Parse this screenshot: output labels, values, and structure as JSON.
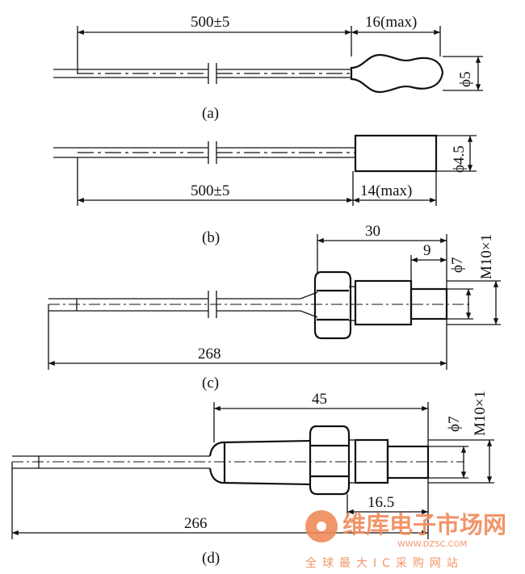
{
  "figures": [
    {
      "label": "(a)",
      "length_dim": "500±5",
      "head_dim": "16(max)",
      "diameter": "ϕ5"
    },
    {
      "label": "(b)",
      "length_dim": "500±5",
      "head_dim": "14(max)",
      "diameter": "ϕ4.5"
    },
    {
      "label": "(c)",
      "overall_dim": "268",
      "fitting_dim": "30",
      "tip_dim": "9",
      "diameter": "ϕ7",
      "thread": "M10×1"
    },
    {
      "label": "(d)",
      "overall_dim": "266",
      "fitting_dim": "45",
      "tip_dim": "16.5",
      "diameter": "ϕ7",
      "thread": "M10×1"
    }
  ],
  "watermark": {
    "name": "维库电子市场网",
    "url": "WWW.DZSC.COM",
    "slogan": "全球最大IC采购网站",
    "color": "#f08a5a"
  }
}
